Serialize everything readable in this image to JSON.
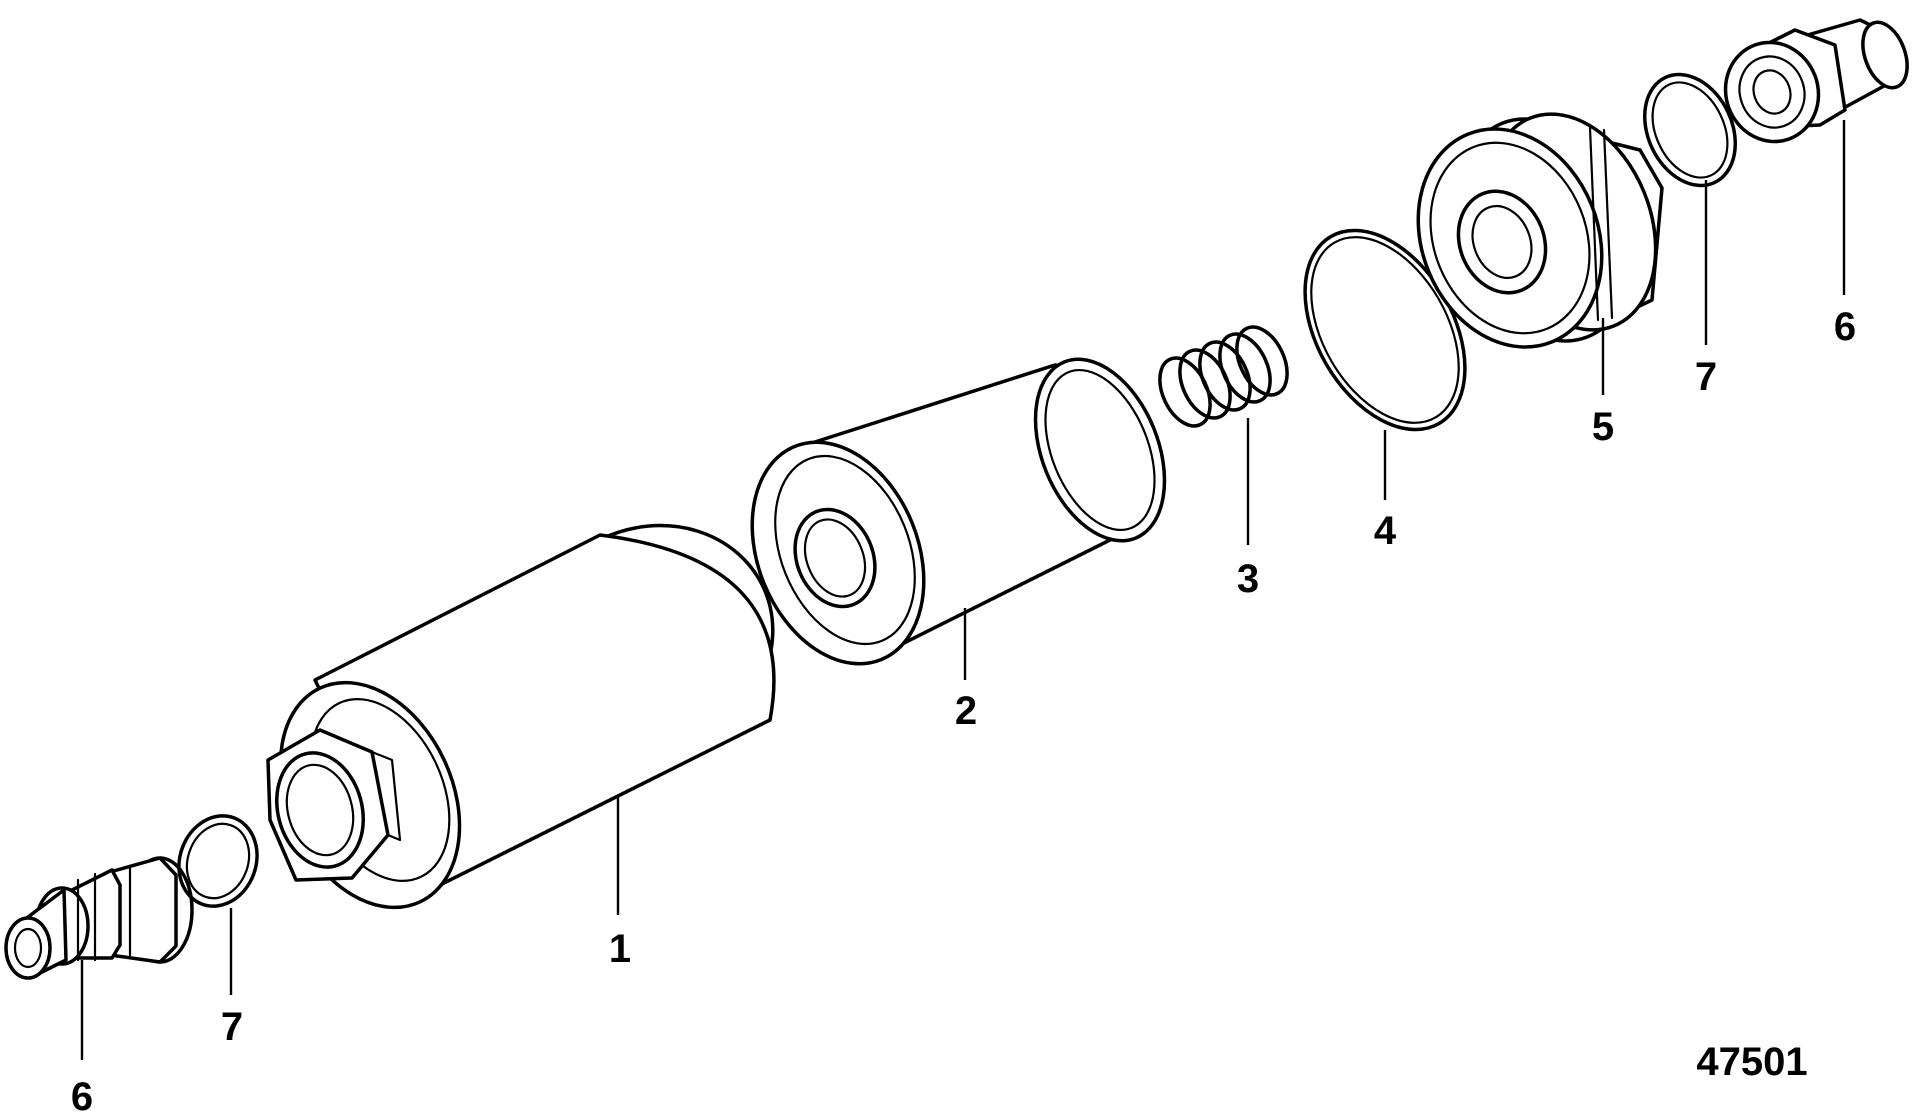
{
  "diagram": {
    "figure_code": "47501",
    "callouts": [
      {
        "id": "c1",
        "label": "1"
      },
      {
        "id": "c2",
        "label": "2"
      },
      {
        "id": "c3",
        "label": "3"
      },
      {
        "id": "c4",
        "label": "4"
      },
      {
        "id": "c5",
        "label": "5"
      },
      {
        "id": "c6-left",
        "label": "6"
      },
      {
        "id": "c6-right",
        "label": "6"
      },
      {
        "id": "c7-left",
        "label": "7"
      },
      {
        "id": "c7-right",
        "label": "7"
      }
    ]
  }
}
